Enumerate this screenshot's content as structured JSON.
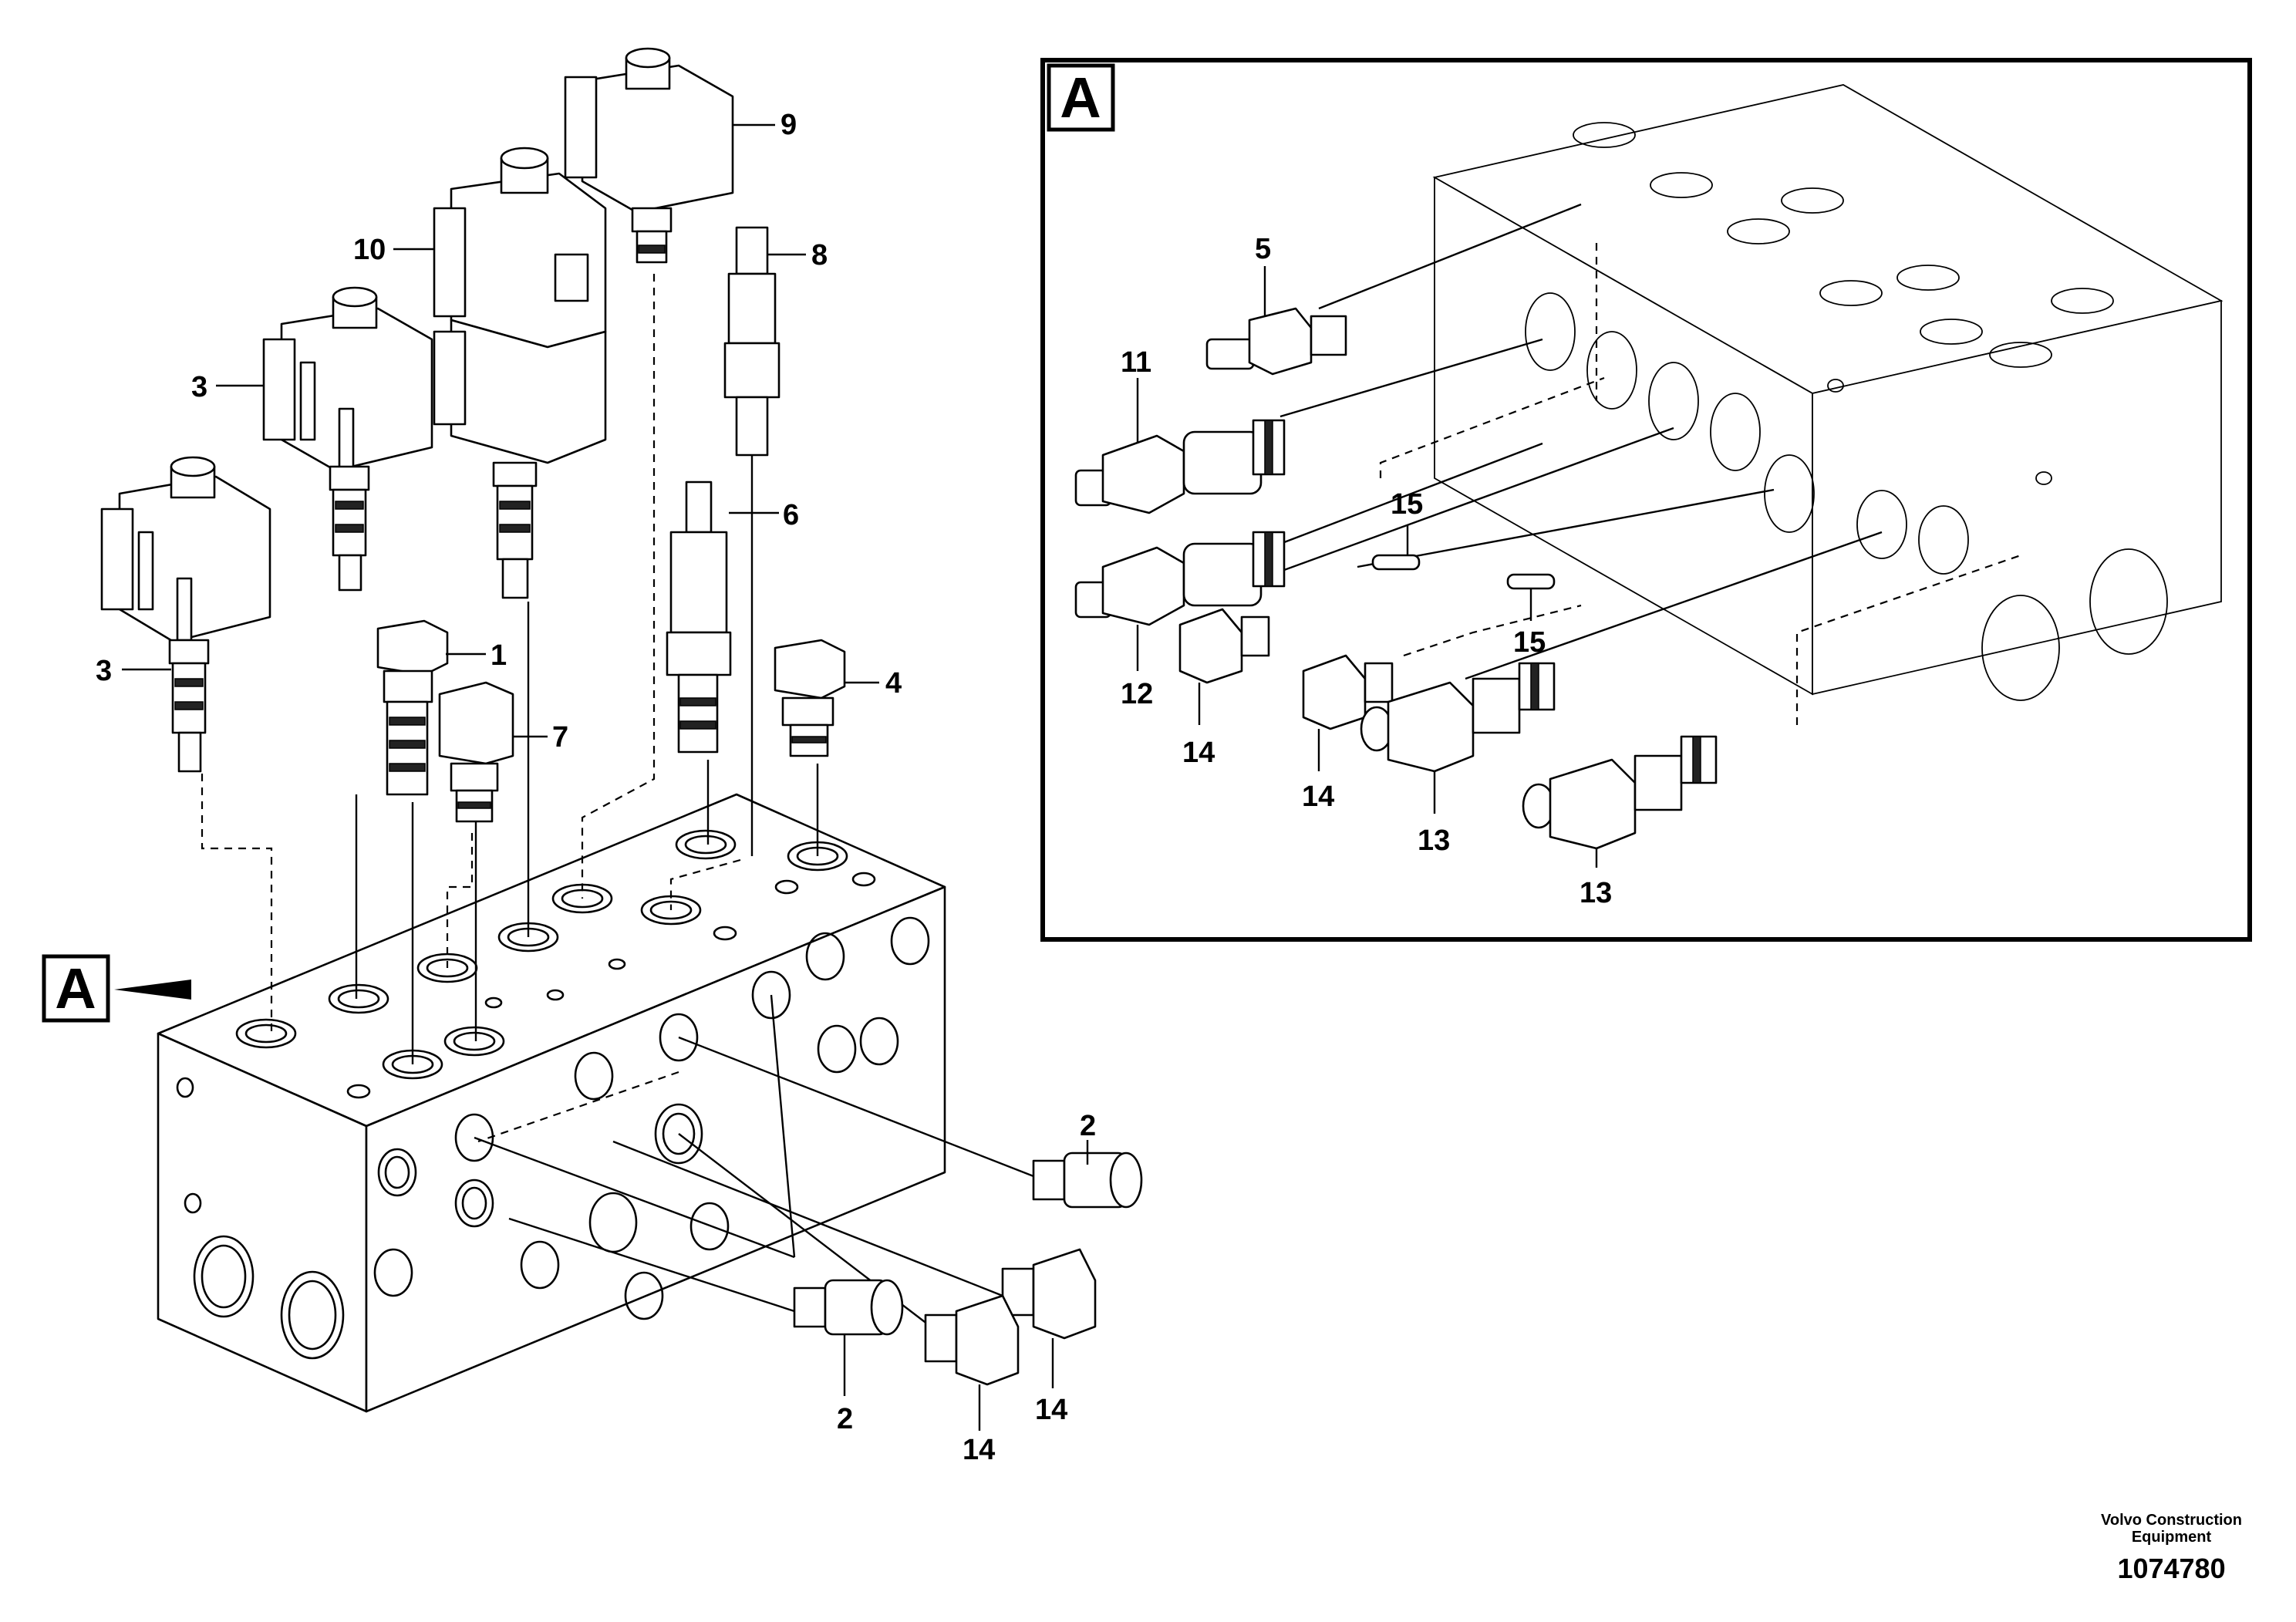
{
  "section_flag": "A",
  "detail_view_flag": "A",
  "callouts": {
    "c1": "1",
    "c2a": "2",
    "c2b": "2",
    "c3a": "3",
    "c3b": "3",
    "c4": "4",
    "c5": "5",
    "c6": "6",
    "c7": "7",
    "c8": "8",
    "c9": "9",
    "c10": "10",
    "c11": "11",
    "c12": "12",
    "c13a": "13",
    "c13b": "13",
    "c14a": "14",
    "c14b": "14",
    "c14c": "14",
    "c14d": "14",
    "c15a": "15",
    "c15b": "15"
  },
  "publisher": {
    "line1": "Volvo Construction",
    "line2": "Equipment",
    "reference_number": "1074780"
  }
}
